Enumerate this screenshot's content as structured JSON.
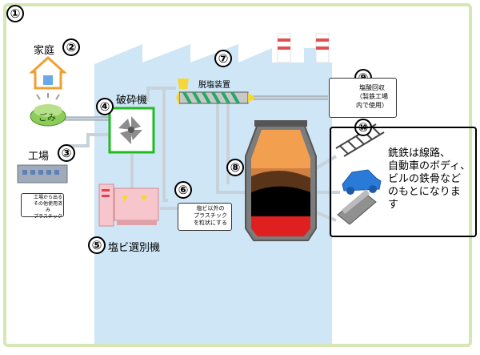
{
  "numbers": [
    "①",
    "②",
    "③",
    "④",
    "⑤",
    "⑥",
    "⑦",
    "⑧",
    "⑨",
    "⑩"
  ],
  "household": {
    "label": "家庭",
    "trash": "ごみ"
  },
  "factory": {
    "label": "工場",
    "note": "工場から出る\nその他使用済み\nプラスチック"
  },
  "crusher": {
    "label": "破砕機"
  },
  "pvc_sorter": {
    "label": "塩ビ選別機"
  },
  "pvc_other": {
    "label": "塩ビ以外の\nプラスチック\nを粒状にする"
  },
  "dechlorination": {
    "label": "脱塩装置"
  },
  "hcl_recovery": {
    "label": "塩酸回収\n（製鉄工場\n内で使用）"
  },
  "pig_iron": {
    "text": "銑鉄は線路、\n自動車のボディ、\nビルの鉄骨など\nのもとになりま\nす"
  },
  "colors": {
    "frame": "#d6e7b3",
    "plant_bg": "#cfe6f6",
    "pipe": "#c8d2da",
    "crusher_border": "#22bb22",
    "sorter": "#f7c6cc"
  }
}
